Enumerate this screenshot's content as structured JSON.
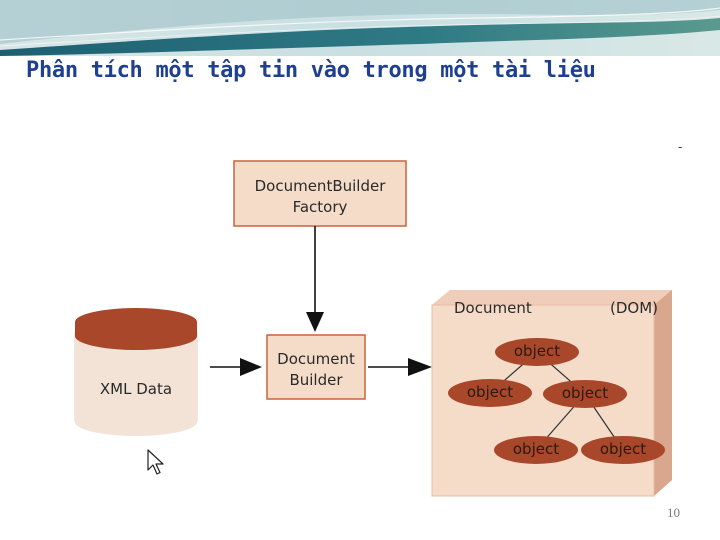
{
  "slide": {
    "title": "Phân tích một tập tin vào trong một tài liệu",
    "dash": "-",
    "page_number": "10"
  },
  "diagram": {
    "factory_box": {
      "line1": "DocumentBuilder",
      "line2": "Factory"
    },
    "builder_box": {
      "line1": "Document",
      "line2": "Builder"
    },
    "xml_cylinder": {
      "label": "XML Data"
    },
    "document_box": {
      "label": "Document",
      "tag": "(DOM)",
      "nodes": [
        "object",
        "object",
        "object",
        "object",
        "object"
      ]
    }
  },
  "colors": {
    "box_fill": "#f4dcc9",
    "box_border": "#c8643a",
    "node_fill": "#a8472a",
    "cylinder_top": "#a8472a",
    "cylinder_body": "#f3e3d7",
    "title_color": "#1f3f8f",
    "banner": "#2f6a78"
  }
}
